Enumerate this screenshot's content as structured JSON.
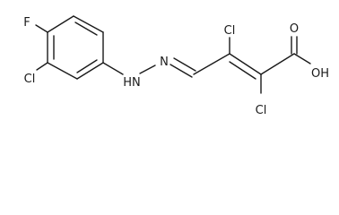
{
  "molecule": {
    "atoms": {
      "fluorine": "F",
      "chlorine_ring": "Cl",
      "hydrazone_nh": "HN",
      "hydrazone_n": "N",
      "chlorine_c3": "Cl",
      "chlorine_c2": "Cl",
      "carbonyl_oxygen": "O",
      "hydroxyl": "OH"
    }
  }
}
